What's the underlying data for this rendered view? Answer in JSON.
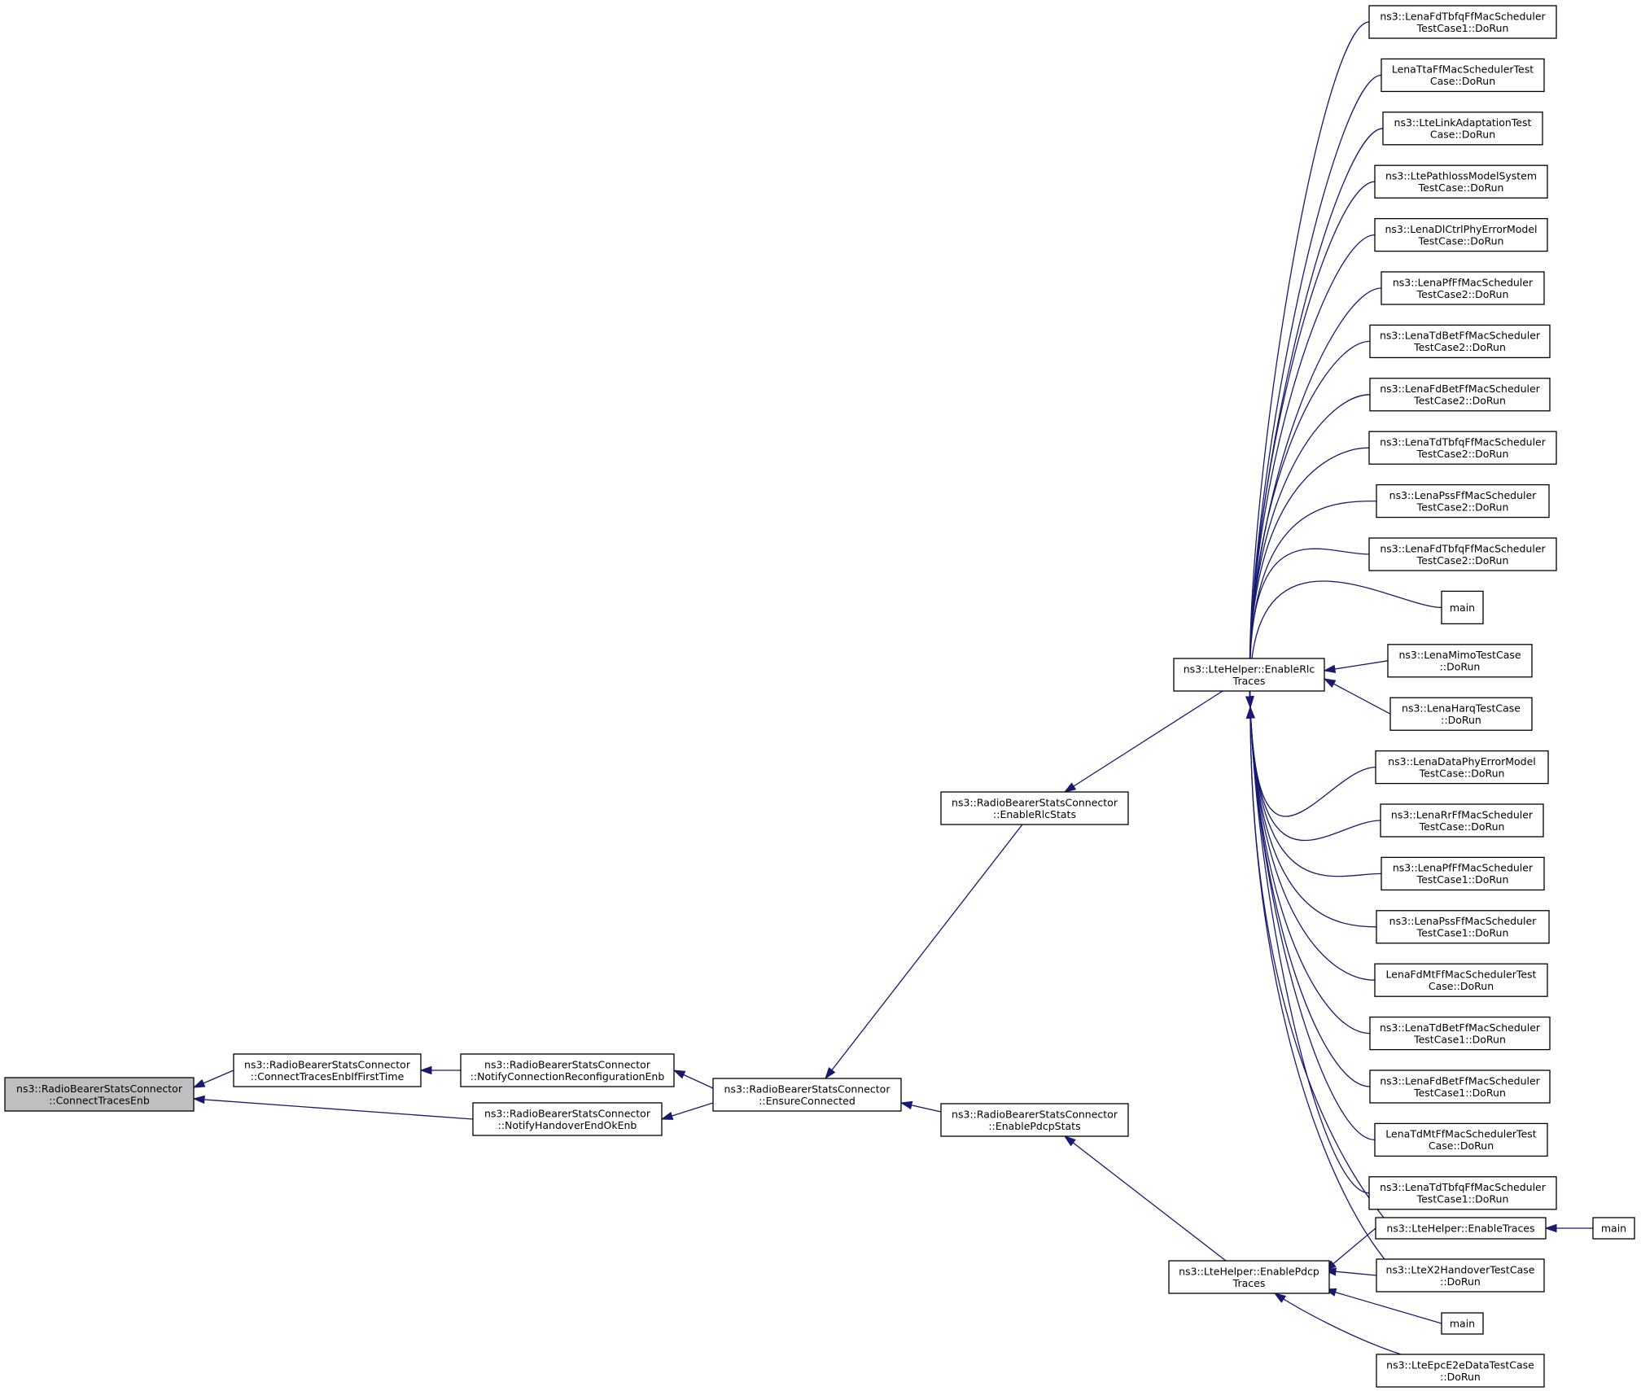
{
  "graph": {
    "nodes": [
      {
        "id": "connect_traces_enb",
        "lines": [
          "ns3::RadioBearerStatsConnector",
          "::ConnectTracesEnb"
        ],
        "focus": true
      },
      {
        "id": "connect_traces_enb_if_first",
        "lines": [
          "ns3::RadioBearerStatsConnector",
          "::ConnectTracesEnbIfFirstTime"
        ]
      },
      {
        "id": "notify_conn_reconf_enb",
        "lines": [
          "ns3::RadioBearerStatsConnector",
          "::NotifyConnectionReconfigurationEnb"
        ]
      },
      {
        "id": "notify_handover_end_ok_enb",
        "lines": [
          "ns3::RadioBearerStatsConnector",
          "::NotifyHandoverEndOkEnb"
        ]
      },
      {
        "id": "ensure_connected",
        "lines": [
          "ns3::RadioBearerStatsConnector",
          "::EnsureConnected"
        ]
      },
      {
        "id": "enable_rlc_stats",
        "lines": [
          "ns3::RadioBearerStatsConnector",
          "::EnableRlcStats"
        ]
      },
      {
        "id": "enable_pdcp_stats",
        "lines": [
          "ns3::RadioBearerStatsConnector",
          "::EnablePdcpStats"
        ]
      },
      {
        "id": "enable_rlc_traces",
        "lines": [
          "ns3::LteHelper::EnableRlc",
          "Traces"
        ]
      },
      {
        "id": "enable_pdcp_traces",
        "lines": [
          "ns3::LteHelper::EnablePdcp",
          "Traces"
        ]
      },
      {
        "id": "c1",
        "lines": [
          "ns3::LenaFdTbfqFfMacScheduler",
          "TestCase1::DoRun"
        ]
      },
      {
        "id": "c2",
        "lines": [
          "LenaTtaFfMacSchedulerTest",
          "Case::DoRun"
        ]
      },
      {
        "id": "c3",
        "lines": [
          "ns3::LteLinkAdaptationTest",
          "Case::DoRun"
        ]
      },
      {
        "id": "c4",
        "lines": [
          "ns3::LtePathlossModelSystem",
          "TestCase::DoRun"
        ]
      },
      {
        "id": "c5",
        "lines": [
          "ns3::LenaDlCtrlPhyErrorModel",
          "TestCase::DoRun"
        ]
      },
      {
        "id": "c6",
        "lines": [
          "ns3::LenaPfFfMacScheduler",
          "TestCase2::DoRun"
        ]
      },
      {
        "id": "c7",
        "lines": [
          "ns3::LenaTdBetFfMacScheduler",
          "TestCase2::DoRun"
        ]
      },
      {
        "id": "c8",
        "lines": [
          "ns3::LenaFdBetFfMacScheduler",
          "TestCase2::DoRun"
        ]
      },
      {
        "id": "c9",
        "lines": [
          "ns3::LenaTdTbfqFfMacScheduler",
          "TestCase2::DoRun"
        ]
      },
      {
        "id": "c10",
        "lines": [
          "ns3::LenaPssFfMacScheduler",
          "TestCase2::DoRun"
        ]
      },
      {
        "id": "c11",
        "lines": [
          "ns3::LenaFdTbfqFfMacScheduler",
          "TestCase2::DoRun"
        ]
      },
      {
        "id": "c12",
        "lines": [
          "main"
        ]
      },
      {
        "id": "c13",
        "lines": [
          "ns3::LenaMimoTestCase",
          "::DoRun"
        ]
      },
      {
        "id": "c14",
        "lines": [
          "ns3::LenaHarqTestCase",
          "::DoRun"
        ]
      },
      {
        "id": "c15",
        "lines": [
          "ns3::LenaDataPhyErrorModel",
          "TestCase::DoRun"
        ]
      },
      {
        "id": "c16",
        "lines": [
          "ns3::LenaRrFfMacScheduler",
          "TestCase::DoRun"
        ]
      },
      {
        "id": "c17",
        "lines": [
          "ns3::LenaPfFfMacScheduler",
          "TestCase1::DoRun"
        ]
      },
      {
        "id": "c18",
        "lines": [
          "ns3::LenaPssFfMacScheduler",
          "TestCase1::DoRun"
        ]
      },
      {
        "id": "c19",
        "lines": [
          "LenaFdMtFfMacSchedulerTest",
          "Case::DoRun"
        ]
      },
      {
        "id": "c20",
        "lines": [
          "ns3::LenaTdBetFfMacScheduler",
          "TestCase1::DoRun"
        ]
      },
      {
        "id": "c21",
        "lines": [
          "ns3::LenaFdBetFfMacScheduler",
          "TestCase1::DoRun"
        ]
      },
      {
        "id": "c22",
        "lines": [
          "LenaTdMtFfMacSchedulerTest",
          "Case::DoRun"
        ]
      },
      {
        "id": "c23",
        "lines": [
          "ns3::LenaTdTbfqFfMacScheduler",
          "TestCase1::DoRun"
        ]
      },
      {
        "id": "enable_traces",
        "lines": [
          "ns3::LteHelper::EnableTraces"
        ]
      },
      {
        "id": "main_enable_traces",
        "lines": [
          "main"
        ]
      },
      {
        "id": "x2_handover",
        "lines": [
          "ns3::LteX2HandoverTestCase",
          "::DoRun"
        ]
      },
      {
        "id": "main_pdcp",
        "lines": [
          "main"
        ]
      },
      {
        "id": "epc_e2e",
        "lines": [
          "ns3::LteEpcE2eDataTestCase",
          "::DoRun"
        ]
      }
    ],
    "edges": [
      {
        "from": "connect_traces_enb_if_first",
        "to": "connect_traces_enb"
      },
      {
        "from": "notify_handover_end_ok_enb",
        "to": "connect_traces_enb"
      },
      {
        "from": "notify_conn_reconf_enb",
        "to": "connect_traces_enb_if_first"
      },
      {
        "from": "ensure_connected",
        "to": "notify_conn_reconf_enb"
      },
      {
        "from": "ensure_connected",
        "to": "notify_handover_end_ok_enb"
      },
      {
        "from": "enable_rlc_stats",
        "to": "ensure_connected"
      },
      {
        "from": "enable_pdcp_stats",
        "to": "ensure_connected"
      },
      {
        "from": "enable_rlc_traces",
        "to": "enable_rlc_stats"
      },
      {
        "from": "enable_pdcp_traces",
        "to": "enable_pdcp_stats"
      },
      {
        "from": "c1",
        "to": "enable_rlc_traces"
      },
      {
        "from": "c2",
        "to": "enable_rlc_traces"
      },
      {
        "from": "c3",
        "to": "enable_rlc_traces"
      },
      {
        "from": "c4",
        "to": "enable_rlc_traces"
      },
      {
        "from": "c5",
        "to": "enable_rlc_traces"
      },
      {
        "from": "c6",
        "to": "enable_rlc_traces"
      },
      {
        "from": "c7",
        "to": "enable_rlc_traces"
      },
      {
        "from": "c8",
        "to": "enable_rlc_traces"
      },
      {
        "from": "c9",
        "to": "enable_rlc_traces"
      },
      {
        "from": "c10",
        "to": "enable_rlc_traces"
      },
      {
        "from": "c11",
        "to": "enable_rlc_traces"
      },
      {
        "from": "c12",
        "to": "enable_rlc_traces"
      },
      {
        "from": "c13",
        "to": "enable_rlc_traces"
      },
      {
        "from": "c14",
        "to": "enable_rlc_traces"
      },
      {
        "from": "c15",
        "to": "enable_rlc_traces"
      },
      {
        "from": "c16",
        "to": "enable_rlc_traces"
      },
      {
        "from": "c17",
        "to": "enable_rlc_traces"
      },
      {
        "from": "c18",
        "to": "enable_rlc_traces"
      },
      {
        "from": "c19",
        "to": "enable_rlc_traces"
      },
      {
        "from": "c20",
        "to": "enable_rlc_traces"
      },
      {
        "from": "c21",
        "to": "enable_rlc_traces"
      },
      {
        "from": "c22",
        "to": "enable_rlc_traces"
      },
      {
        "from": "c23",
        "to": "enable_rlc_traces"
      },
      {
        "from": "enable_traces",
        "to": "enable_rlc_traces"
      },
      {
        "from": "x2_handover",
        "to": "enable_rlc_traces"
      },
      {
        "from": "enable_traces",
        "to": "enable_pdcp_traces"
      },
      {
        "from": "x2_handover",
        "to": "enable_pdcp_traces"
      },
      {
        "from": "main_pdcp",
        "to": "enable_pdcp_traces"
      },
      {
        "from": "epc_e2e",
        "to": "enable_pdcp_traces"
      },
      {
        "from": "main_enable_traces",
        "to": "enable_traces"
      }
    ]
  },
  "colors": {
    "edge": "#191970",
    "focus_fill": "#bfbfbf",
    "node_fill": "#ffffff",
    "node_stroke": "#000000"
  }
}
